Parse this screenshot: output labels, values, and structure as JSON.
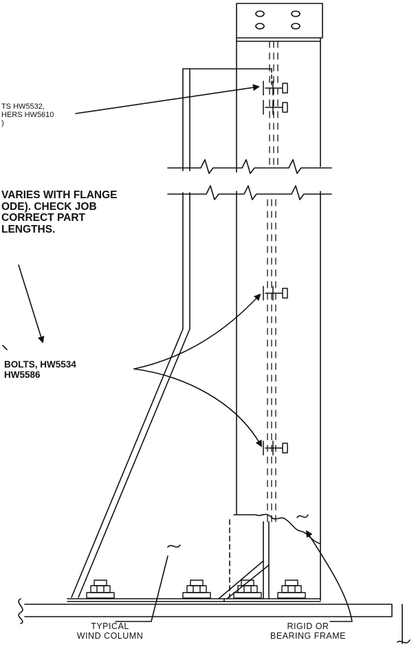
{
  "callouts": {
    "bolts_washers": {
      "lines": [
        "TS HW5532,",
        "HERS HW5610",
        ")"
      ]
    },
    "flange_note": {
      "lines": [
        "VARIES WITH FLANGE",
        "ODE). CHECK JOB",
        "CORRECT PART",
        "LENGTHS."
      ]
    },
    "bolts_lower": {
      "lines": [
        "BOLTS, HW5534",
        "HW5586"
      ]
    }
  },
  "labels": {
    "wind_column": [
      "TYPICAL",
      "WIND COLUMN"
    ],
    "rigid_frame": [
      "RIGID OR",
      "BEARING FRAME"
    ]
  }
}
